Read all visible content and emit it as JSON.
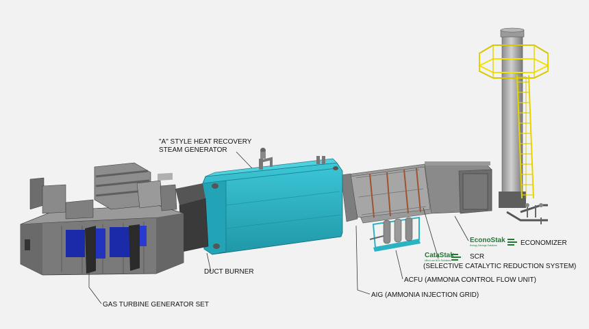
{
  "labels": {
    "hrsg_line1": "\"A\" STYLE HEAT RECOVERY",
    "hrsg_line2": "STEAM GENERATOR",
    "duct_burner": "DUCT BURNER",
    "gas_turbine": "GAS TURBINE GENERATOR SET",
    "economizer": "ECONOMIZER",
    "scr_line1": "SCR",
    "scr_line2": "(SELECTIVE CATALYTIC REDUCTION SYSTEM)",
    "acfu": "ACFU (AMMONIA CONTROL FLOW UNIT)",
    "aig": "AIG (AMMONIA INJECTION GRID)"
  },
  "logos": {
    "econostak": "EconoStak",
    "econostak_tagline": "Energy Savings Solutions",
    "catastak": "CataStak",
    "catastak_tagline": "Ultra Low NOx Solutions"
  },
  "colors": {
    "background": "#f2f2f2",
    "hrsg_teal": "#2bb3c4",
    "machinery_gray": "#6e6e6e",
    "blue_interior": "#1a2aa8",
    "ladder_yellow": "#f2e200",
    "brand_green": "#1d7a2e",
    "leader_line": "#333333"
  }
}
